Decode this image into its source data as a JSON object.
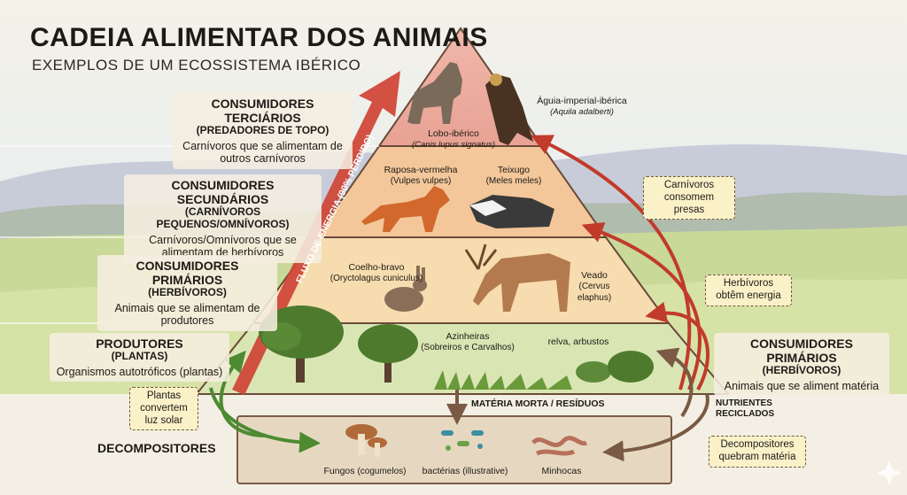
{
  "header": {
    "title": "CADEIA ALIMENTAR DOS ANIMAIS",
    "subtitle": "EXEMPLOS DE UM ECOSSISTEMA IBÉRICO"
  },
  "levels": {
    "tertiary": {
      "heading": "CONSUMIDORES TERCIÁRIOS",
      "subheading": "(PREDADORES DE TOPO)",
      "description": "Carnívoros que se alimentam de outros carnívoros"
    },
    "secondary": {
      "heading": "CONSUMIDORES SECUNDÁRIOS",
      "subheading": "(CARNÍVOROS PEQUENOS/OMNÍVOROS)",
      "description": "Carnívoros/Omnívoros que se alimentam de herbívoros"
    },
    "primary": {
      "heading": "CONSUMIDORES PRIMÁRIOS",
      "subheading": "(HERBÍVOROS)",
      "description": "Animais que se alimentam de produtores"
    },
    "producers": {
      "heading": "PRODUTORES",
      "subheading": "(PLANTAS)",
      "description": "Organismos autotróficos (plantas)"
    },
    "primary_right": {
      "heading": "CONSUMIDORES PRIMÁRIOS",
      "subheading": "(HERBÍVOROS)",
      "description": "Animais que se aliment matéria"
    },
    "decomposers": {
      "heading": "DECOMPOSITORES"
    }
  },
  "species": {
    "wolf": {
      "name": "Lobo-ibérico",
      "latin": "(Canis lupus signatus)"
    },
    "eagle": {
      "name": "Águia-imperial-ibérica",
      "latin": "(Aquila adalberti)"
    },
    "fox": {
      "name": "Raposa-vermelha",
      "latin": "(Vulpes vulpes)"
    },
    "badger": {
      "name": "Teixugo",
      "latin": "(Meles meles)"
    },
    "rabbit": {
      "name": "Coelho-bravo",
      "latin": "(Oryctolagus cuniculus)"
    },
    "deer": {
      "name": "Veado",
      "latin": "(Cervus elaphus)"
    },
    "oaks": {
      "name": "Azinheiras",
      "latin": "(Sobreiros e Carvalhos)"
    },
    "grass": {
      "name": "relva, arbustos"
    },
    "fungi": {
      "name": "Fungos",
      "note": "(cogumelos)"
    },
    "bacteria": {
      "name": "bactérias",
      "note": "(illustrative)"
    },
    "worms": {
      "name": "Minhocas"
    }
  },
  "labels": {
    "energy_flow": "FLUXO DE ENERGIA (90% PERDIDO)",
    "dead_matter": "MATÉRIA MORTA / RESÍDUOS",
    "nutrients": "NUTRIENTES RECICLADOS"
  },
  "callouts": {
    "carnivores": "Carnívoros consomem presas",
    "herbivores": "Herbívoros obtêm energia",
    "sunlight": "Plantas convertem luz solar",
    "decomposers": "Decompositores quebram matéria"
  },
  "colors": {
    "apex": "#e8a89a",
    "secondary": "#f3c79a",
    "primary": "#f6dcae",
    "producers": "#d9e6b4",
    "decomposer_box": "#e6d8c0",
    "arrow_red": "#c23a2a",
    "arrow_green": "#4d8a32",
    "arrow_brown": "#7a5a44"
  }
}
